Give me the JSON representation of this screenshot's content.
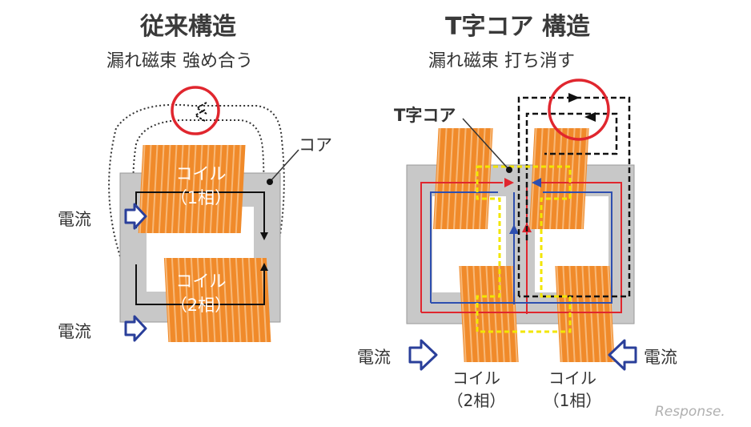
{
  "left": {
    "title": "従来構造",
    "subtitle": "漏れ磁束 強め合う",
    "core_label": "コア",
    "coil_top": {
      "line1": "コイル",
      "line2": "（1相）"
    },
    "coil_bottom": {
      "line1": "コイル",
      "line2": "（2相）"
    },
    "current_top": "電流",
    "current_bottom": "電流"
  },
  "right": {
    "title": "T字コア 構造",
    "subtitle": "漏れ磁束 打ち消す",
    "tcore_label": "T字コア",
    "current_left": "電流",
    "current_right": "電流",
    "coil_left": {
      "line1": "コイル",
      "line2": "（2相）"
    },
    "coil_right": {
      "line1": "コイル",
      "line2": "（1相）"
    }
  },
  "watermark": "Response.",
  "colors": {
    "coil": "#f08a2a",
    "core": "#c8c8c8",
    "highlight_circle": "#e0262e",
    "arrow_outline": "#2a3f9a",
    "flux_red": "#e0262e",
    "flux_blue": "#2e4fb0",
    "tcore_outline": "#f2e600"
  }
}
